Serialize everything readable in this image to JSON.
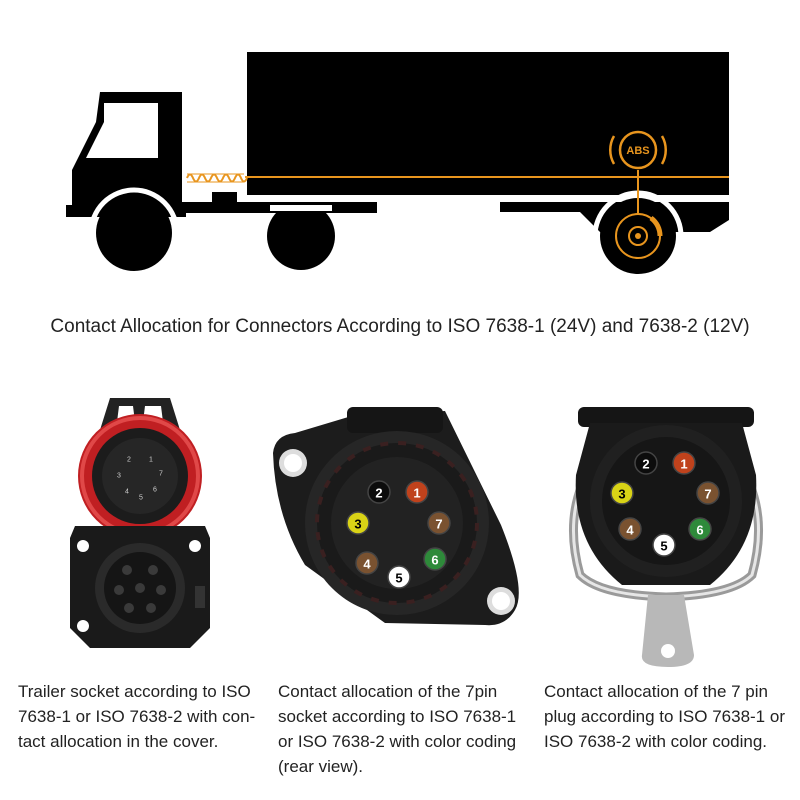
{
  "title": "Contact Allocation for Connectors According to ISO 7638-1 (24V) and 7638-2 (12V)",
  "truck": {
    "abs_label": "ABS",
    "colors": {
      "body": "#000000",
      "accent": "#e8951e",
      "background": "#ffffff"
    }
  },
  "connectors": [
    {
      "caption_lines": [
        "Trailer socket according to ISO",
        "7638-1 or ISO 7638-2 with con-",
        "tact allocation in the cover."
      ],
      "cover_digits": [
        "1",
        "2",
        "3",
        "4",
        "5",
        "6",
        "7"
      ],
      "colors": {
        "housing": "#1a1a1a",
        "seal": "#d22a2a"
      }
    },
    {
      "caption_lines": [
        "Contact allocation of the 7pin",
        "socket according to ISO 7638-1",
        "or ISO 7638-2 with color coding",
        "(rear view)."
      ],
      "pins": [
        {
          "label": "1",
          "color": "#c0421c",
          "text_color": "#ffffff"
        },
        {
          "label": "2",
          "color": "#0c0c0c",
          "text_color": "#ffffff"
        },
        {
          "label": "3",
          "color": "#d9d316",
          "text_color": "#000000"
        },
        {
          "label": "4",
          "color": "#7a5230",
          "text_color": "#ffffff"
        },
        {
          "label": "5",
          "color": "#ffffff",
          "text_color": "#000000"
        },
        {
          "label": "6",
          "color": "#2e8a3a",
          "text_color": "#ffffff"
        },
        {
          "label": "7",
          "color": "#7a5230",
          "text_color": "#ffffff"
        }
      ]
    },
    {
      "caption_lines": [
        "Contact allocation of the 7 pin",
        "plug according to ISO 7638-1 or",
        "ISO 7638-2 with color coding."
      ],
      "pins": [
        {
          "label": "1",
          "color": "#c0421c",
          "text_color": "#ffffff"
        },
        {
          "label": "2",
          "color": "#0c0c0c",
          "text_color": "#ffffff"
        },
        {
          "label": "3",
          "color": "#d9d316",
          "text_color": "#000000"
        },
        {
          "label": "4",
          "color": "#7a5230",
          "text_color": "#ffffff"
        },
        {
          "label": "5",
          "color": "#ffffff",
          "text_color": "#000000"
        },
        {
          "label": "6",
          "color": "#2e8a3a",
          "text_color": "#ffffff"
        },
        {
          "label": "7",
          "color": "#7a5230",
          "text_color": "#ffffff"
        }
      ]
    }
  ]
}
